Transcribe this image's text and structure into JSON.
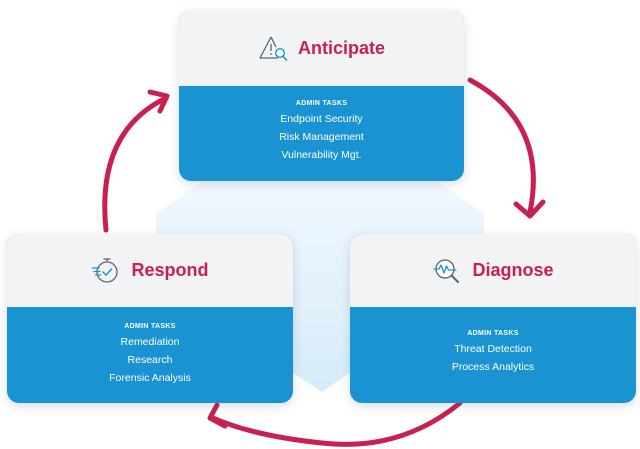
{
  "colors": {
    "accent": "#c8204f",
    "card_body": "#1a93d2",
    "card_head": "#f2f3f5",
    "center_shape": "#dceefb"
  },
  "cards": {
    "anticipate": {
      "title": "Anticipate",
      "icon": "warning-search-icon",
      "tasks_label": "ADMIN TASKS",
      "tasks": [
        "Endpoint Security",
        "Risk Management",
        "Vulnerability Mgt."
      ]
    },
    "diagnose": {
      "title": "Diagnose",
      "icon": "pulse-search-icon",
      "tasks_label": "ADMIN TASKS",
      "tasks": [
        "Threat Detection",
        "Process Analytics"
      ]
    },
    "respond": {
      "title": "Respond",
      "icon": "stopwatch-check-icon",
      "tasks_label": "ADMIN TASKS",
      "tasks": [
        "Remediation",
        "Research",
        "Forensic Analysis"
      ]
    }
  }
}
